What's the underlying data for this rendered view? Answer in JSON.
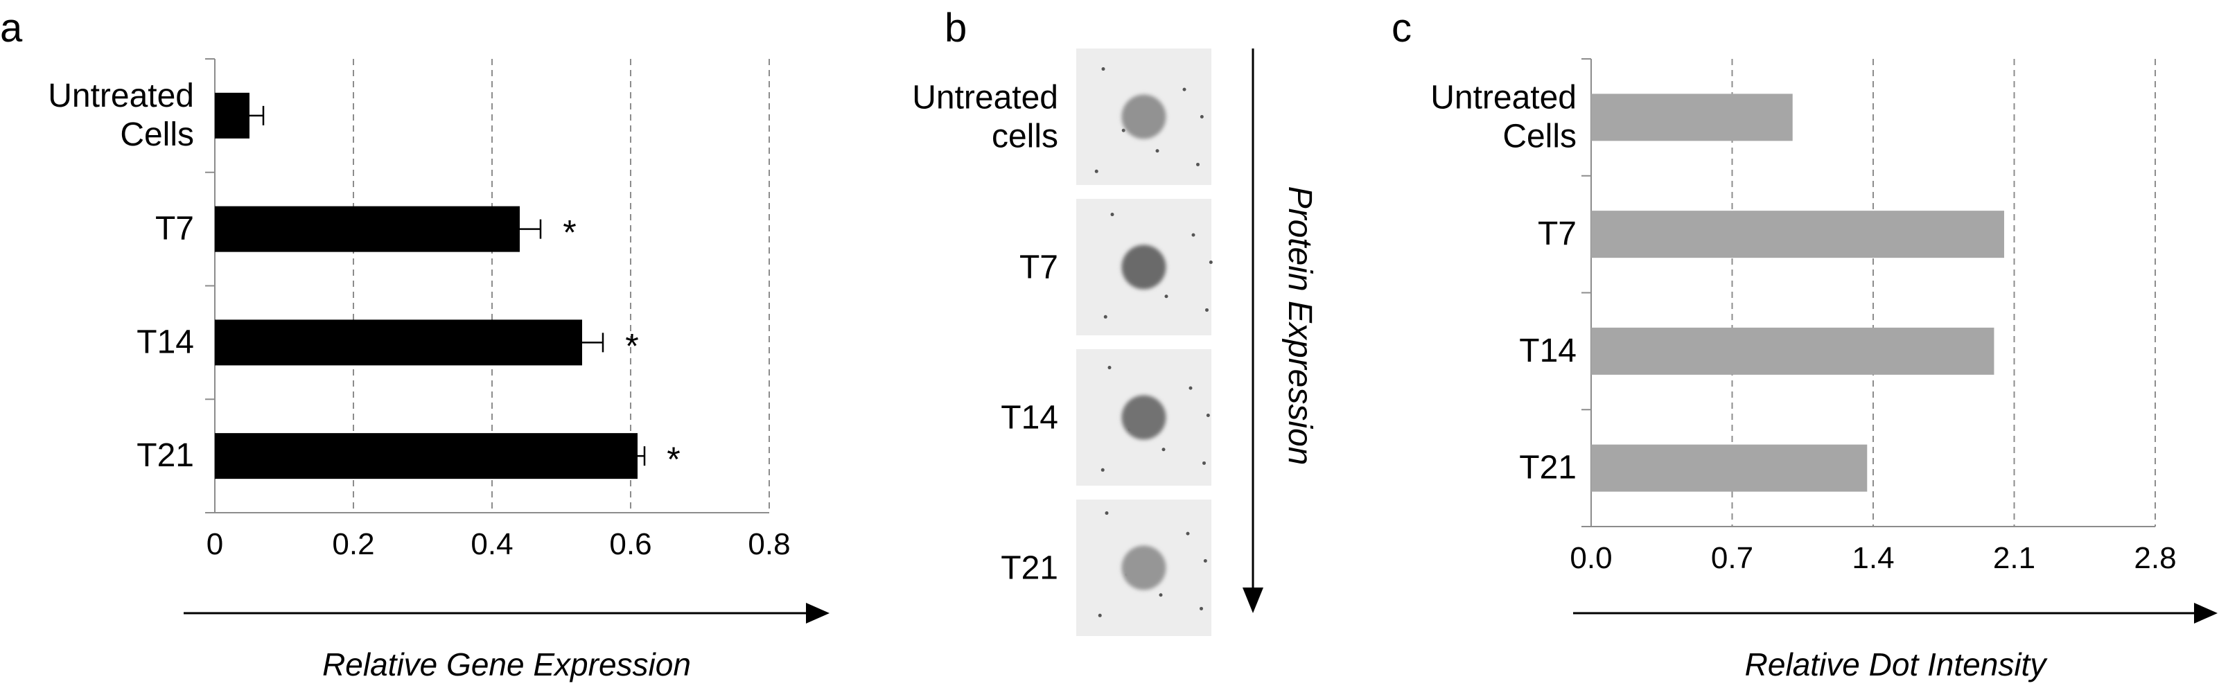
{
  "panels": {
    "a": {
      "letter": "a"
    },
    "b": {
      "letter": "b",
      "arrow_label": "Protein Expression",
      "labels": [
        "Untreated\ncells",
        "T7",
        "T14",
        "T21"
      ],
      "spot_darkness": [
        0.42,
        0.62,
        0.58,
        0.4
      ]
    },
    "c": {
      "letter": "c"
    }
  },
  "colors": {
    "bar_a": "#000000",
    "bar_c": "#a6a6a6",
    "axis": "#8c8c8c",
    "grid": "#8c8c8c",
    "arrow": "#000000"
  },
  "chart_data": [
    {
      "type": "bar",
      "orientation": "horizontal",
      "categories": [
        "Untreated\nCells",
        "T7",
        "T14",
        "T21"
      ],
      "values": [
        0.05,
        0.44,
        0.53,
        0.61
      ],
      "errors": [
        0.02,
        0.03,
        0.03,
        0.01
      ],
      "significance": [
        "",
        "*",
        "*",
        "*"
      ],
      "xlabel": "Relative Gene Expression",
      "xlim": [
        0,
        0.8
      ],
      "ticks": [
        0,
        0.2,
        0.4,
        0.6,
        0.8
      ],
      "tick_labels": [
        "0",
        "0.2",
        "0.4",
        "0.6",
        "0.8"
      ],
      "grid": "vertical-dashed"
    },
    {
      "type": "bar",
      "orientation": "horizontal",
      "categories": [
        "Untreated\nCells",
        "T7",
        "T14",
        "T21"
      ],
      "values": [
        1.0,
        2.05,
        2.0,
        1.37
      ],
      "xlabel": "Relative Dot Intensity",
      "xlim": [
        0,
        2.8
      ],
      "ticks": [
        0,
        0.7,
        1.4,
        2.1,
        2.8
      ],
      "tick_labels": [
        "0.0",
        "0.7",
        "1.4",
        "2.1",
        "2.8"
      ],
      "grid": "vertical-dashed"
    }
  ]
}
